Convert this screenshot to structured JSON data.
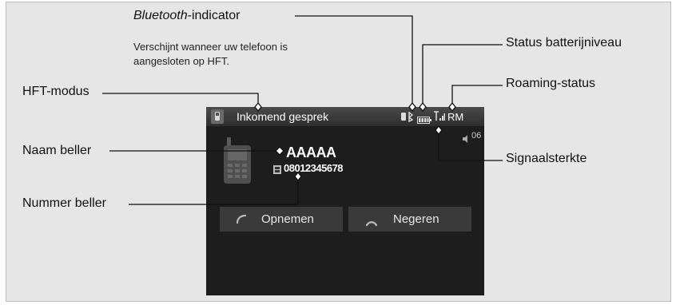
{
  "callouts": {
    "bluetooth_title_italic": "Bluetooth",
    "bluetooth_title_rest": "-indicator",
    "bluetooth_desc_line1": "Verschijnt wanneer uw telefoon is",
    "bluetooth_desc_line2": "aangesloten op HFT.",
    "battery": "Status batterijniveau",
    "roaming": "Roaming-status",
    "hft_mode": "HFT-modus",
    "caller_name": "Naam beller",
    "signal": "Signaalsterkte",
    "caller_number": "Nummer beller"
  },
  "screen": {
    "status_title": "Inkomend gesprek",
    "roaming_text": "RM",
    "volume_text": "06",
    "caller_name": "AAAAA",
    "caller_number": "08012345678",
    "answer_label": "Opnemen",
    "ignore_label": "Negeren"
  },
  "icons": [
    "phone-icon",
    "bluetooth-icon",
    "battery-icon",
    "signal-icon",
    "speaker-icon",
    "answer-icon",
    "hangup-icon"
  ]
}
